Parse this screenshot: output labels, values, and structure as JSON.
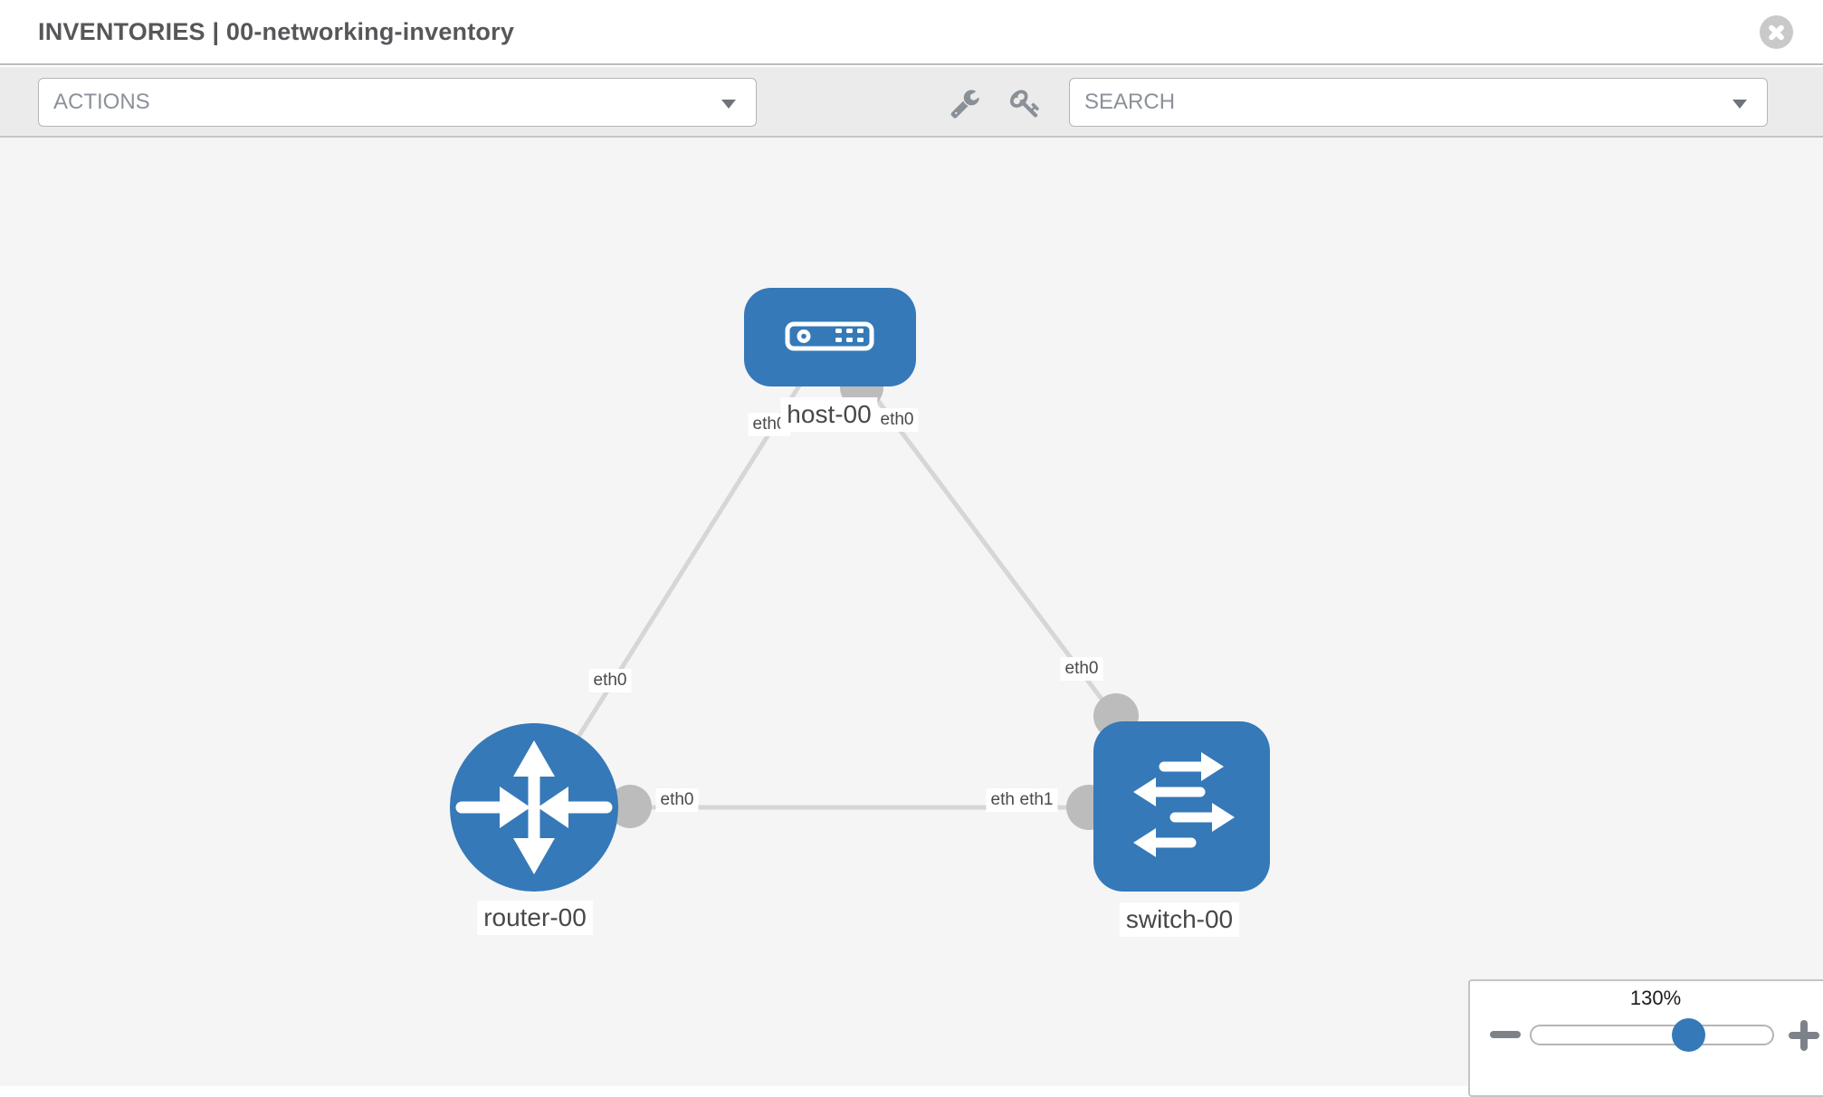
{
  "header": {
    "title": "INVENTORIES | 00-networking-inventory"
  },
  "toolbar": {
    "actions_dropdown": {
      "value": "ACTIONS"
    },
    "search_dropdown": {
      "placeholder": "SEARCH"
    },
    "icons": [
      "wrench-icon",
      "key-icon"
    ]
  },
  "topology": {
    "nodes": [
      {
        "id": "host-00",
        "type": "host",
        "label": "host-00"
      },
      {
        "id": "router-00",
        "type": "router",
        "label": "router-00"
      },
      {
        "id": "switch-00",
        "type": "switch",
        "label": "switch-00"
      }
    ],
    "links": [
      {
        "from": "host-00",
        "from_iface": "eth0",
        "to": "router-00",
        "to_iface": "eth0"
      },
      {
        "from": "host-00",
        "from_iface": "eth0",
        "to": "switch-00",
        "to_iface": "eth0"
      },
      {
        "from": "router-00",
        "from_iface": "eth0",
        "to": "switch-00",
        "to_iface": "eth1"
      }
    ],
    "iface_labels": {
      "host_left": "eth0",
      "host_right": "eth0",
      "hr_mid": "eth0",
      "hs_mid": "eth0",
      "rs_router": "eth0",
      "rs_switch_under": "eth0",
      "rs_switch": "eth1"
    },
    "colors": {
      "node_blue": "#3579b8",
      "link_gray": "#d6d6d6",
      "iface_dot_gray": "#bcbcbc",
      "canvas_bg": "#f5f5f6"
    }
  },
  "zoom_control": {
    "level": "130%"
  }
}
